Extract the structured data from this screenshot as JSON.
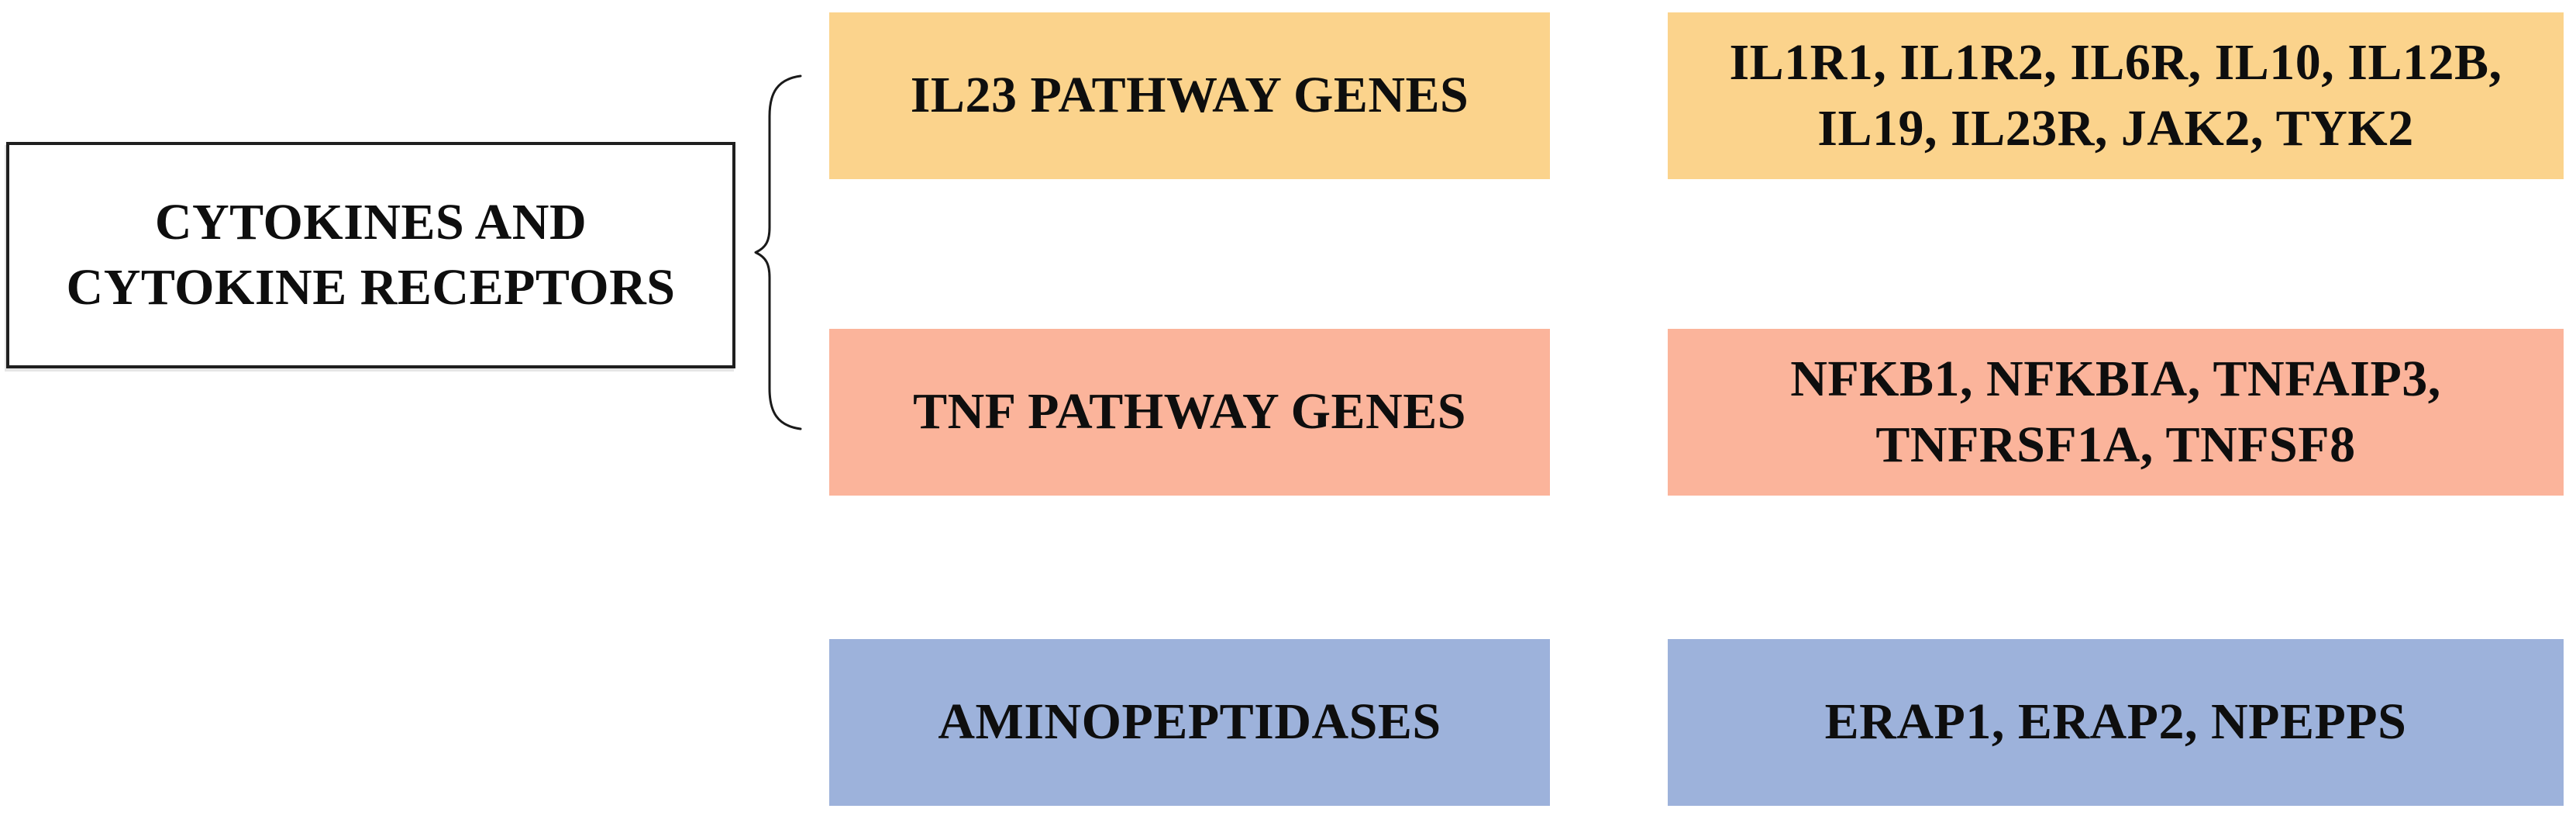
{
  "diagram": {
    "source": {
      "line1": "CYTOKINES AND",
      "line2": "CYTOKINE RECEPTORS"
    },
    "rows": [
      {
        "label": "IL23 PATHWAY GENES",
        "genes_line1": "IL1R1, IL1R2, IL6R, IL10, IL12B,",
        "genes_line2": "IL19, IL23R, JAK2, TYK2",
        "genes_full": "IL1R1, IL1R2, IL6R, IL10, IL12B, IL19, IL23R, JAK2, TYK2",
        "color": "#FBD38C"
      },
      {
        "label": "TNF PATHWAY GENES",
        "genes_line1": "NFKB1, NFKBIA, TNFAIP3,",
        "genes_line2": "TNFRSF1A, TNFSF8",
        "genes_full": "NFKB1, NFKBIA, TNFAIP3, TNFRSF1A, TNFSF8",
        "color": "#FBB49B"
      },
      {
        "label": "AMINOPEPTIDASES",
        "genes_line1": "ERAP1, ERAP2, NPEPPS",
        "genes_line2": "",
        "genes_full": "ERAP1, ERAP2, NPEPPS",
        "color": "#9DB2DB"
      }
    ],
    "colors": {
      "il23_row": "#FBD38C",
      "tnf_row": "#FBB49B",
      "aminopeptidases_row": "#9DB2DB",
      "ink": "#1A1A1A",
      "background": "#FFFFFF"
    }
  }
}
